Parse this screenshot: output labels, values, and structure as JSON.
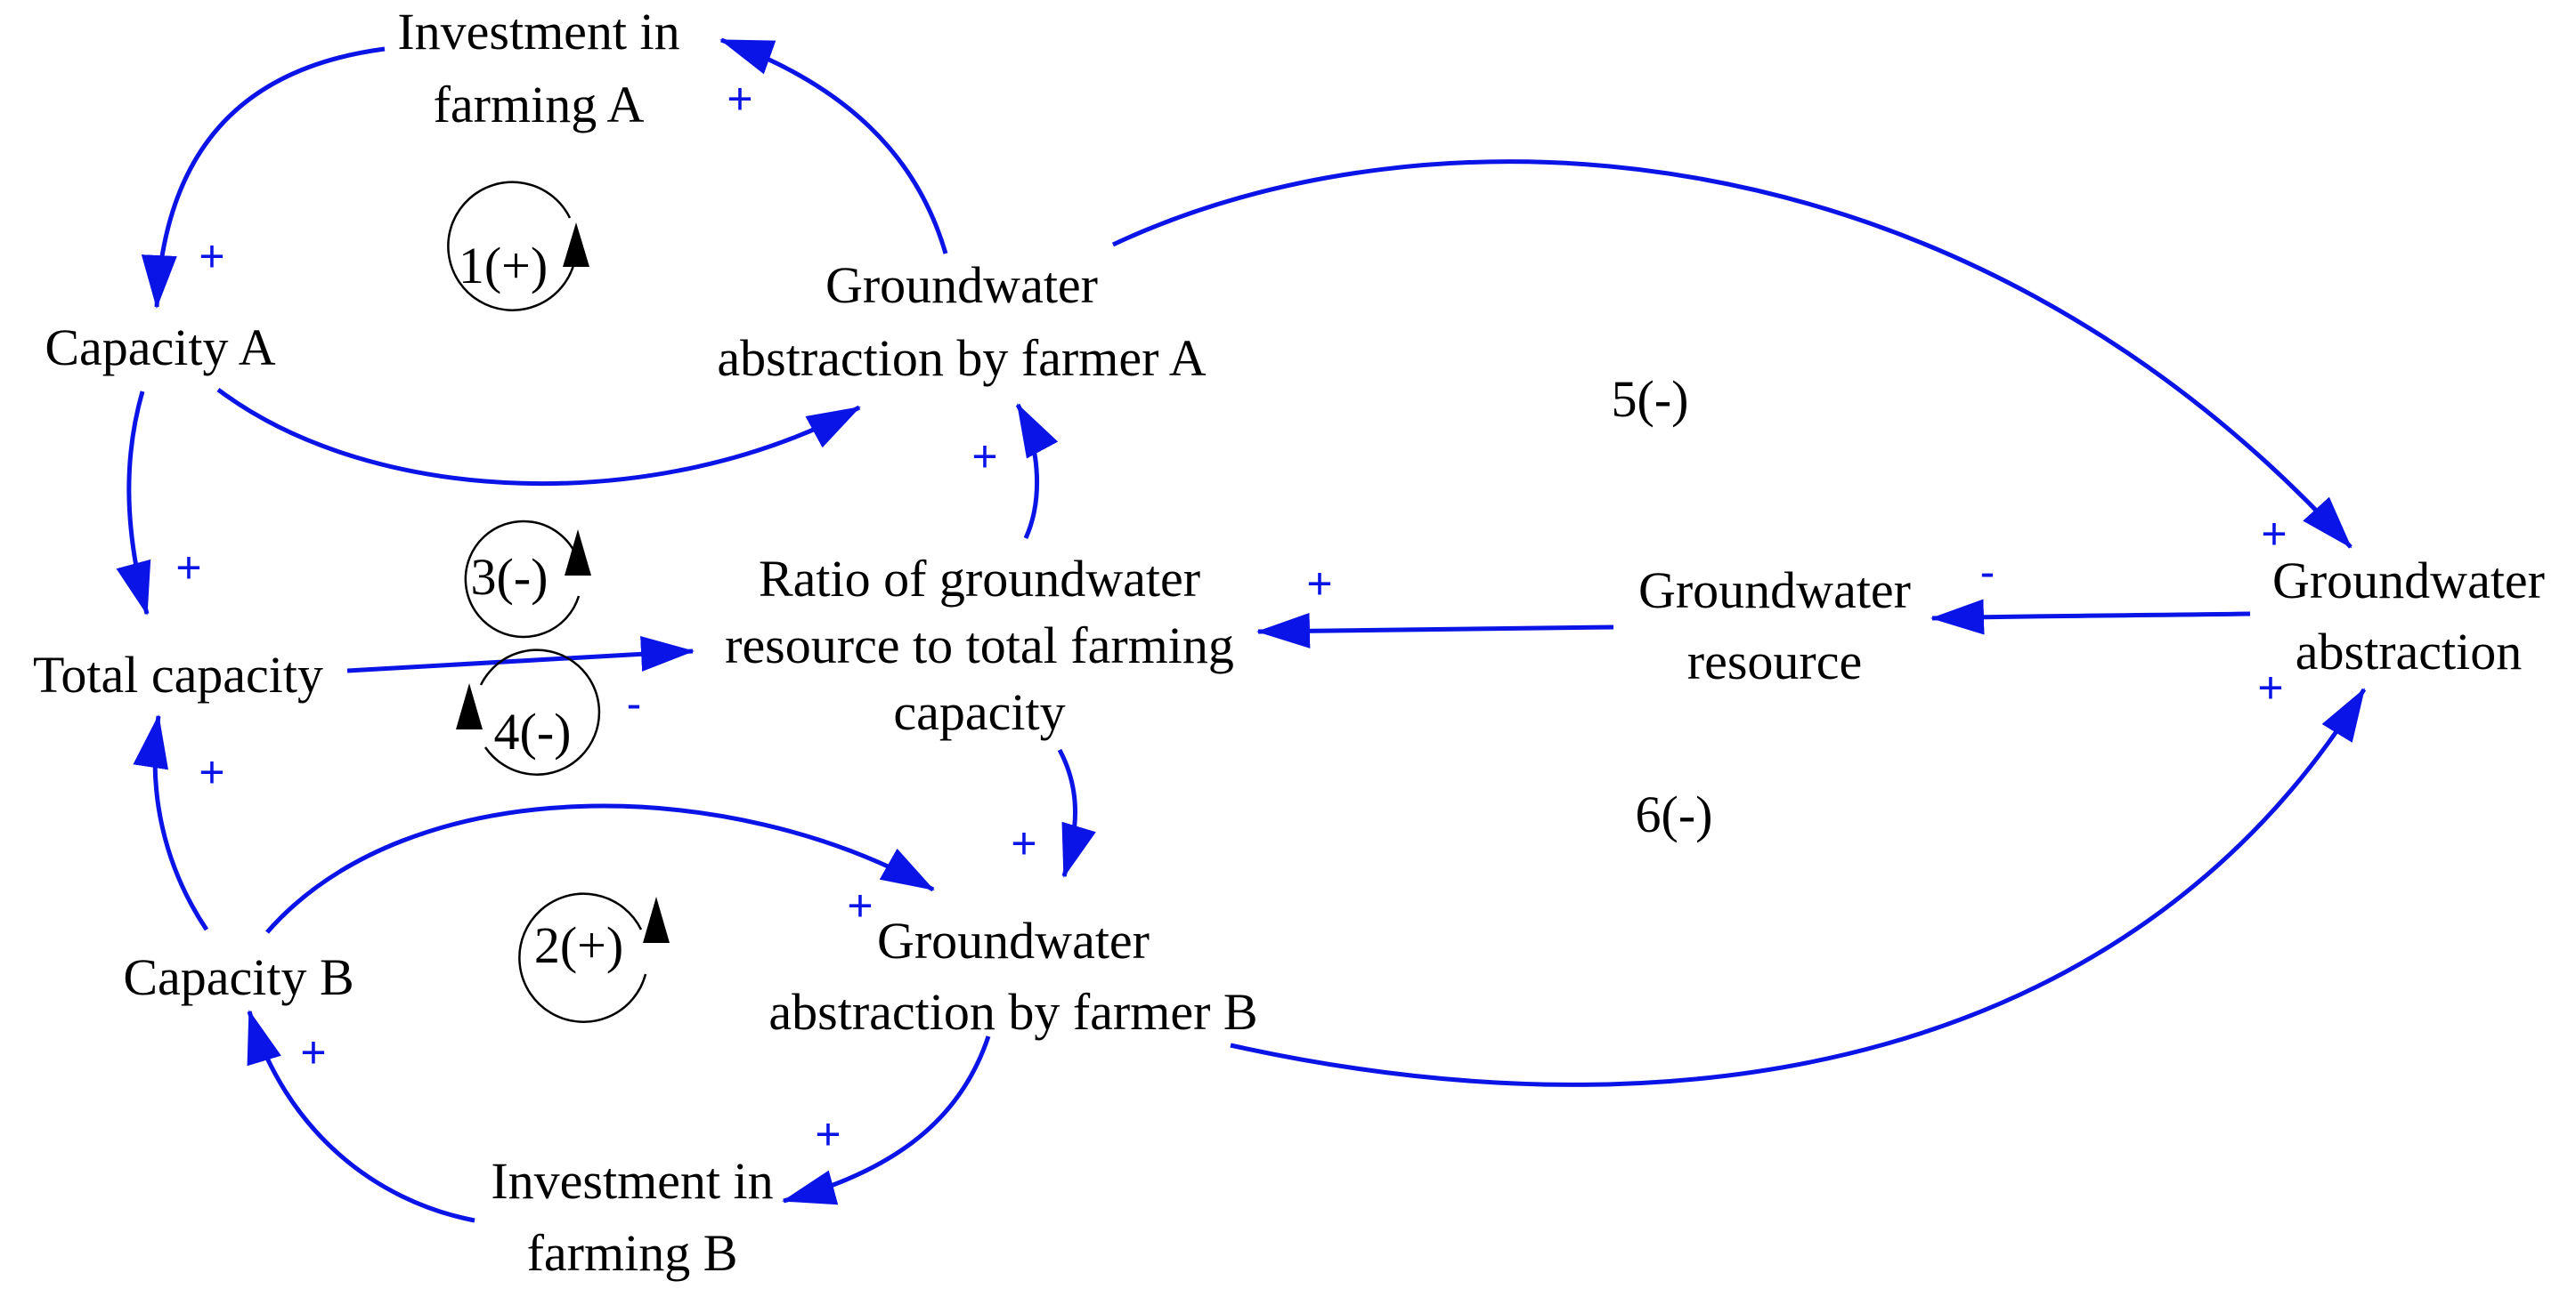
{
  "colors": {
    "link": "#0a14e6",
    "polarity": "#0a14e6",
    "text": "#000000",
    "loop_marker": "#000000",
    "background": "#ffffff"
  },
  "nodes": {
    "invest_a": {
      "line1": "Investment in",
      "line2": "farming A"
    },
    "cap_a": {
      "line1": "Capacity A"
    },
    "gw_abs_a": {
      "line1": "Groundwater",
      "line2": "abstraction by farmer A"
    },
    "total_cap": {
      "line1": "Total capacity"
    },
    "ratio": {
      "line1": "Ratio of groundwater",
      "line2": "resource to total farming",
      "line3": "capacity"
    },
    "gw_resource": {
      "line1": "Groundwater",
      "line2": "resource"
    },
    "gw_abs": {
      "line1": "Groundwater",
      "line2": "abstraction"
    },
    "cap_b": {
      "line1": "Capacity B"
    },
    "gw_abs_b": {
      "line1": "Groundwater",
      "line2": "abstraction by farmer B"
    },
    "invest_b": {
      "line1": "Investment in",
      "line2": "farming B"
    }
  },
  "loops": {
    "loop1": "1(+)",
    "loop2": "2(+)",
    "loop3": "3(-)",
    "loop4": "4(-)",
    "loop5": "5(-)",
    "loop6": "6(-)"
  },
  "polarities": {
    "absA_to_investA": "+",
    "investA_to_capA": "+",
    "ratio_to_absA": "+",
    "capA_to_total": "+",
    "capB_to_total": "+",
    "total_to_ratio": "-",
    "ratio_to_absB": "+",
    "capB_to_absB": "+",
    "resource_to_ratio": "+",
    "abs_to_resource": "-",
    "absA_to_abs": "+",
    "absB_to_abs": "+",
    "investB_to_capB": "+",
    "absB_to_investB": "+"
  }
}
